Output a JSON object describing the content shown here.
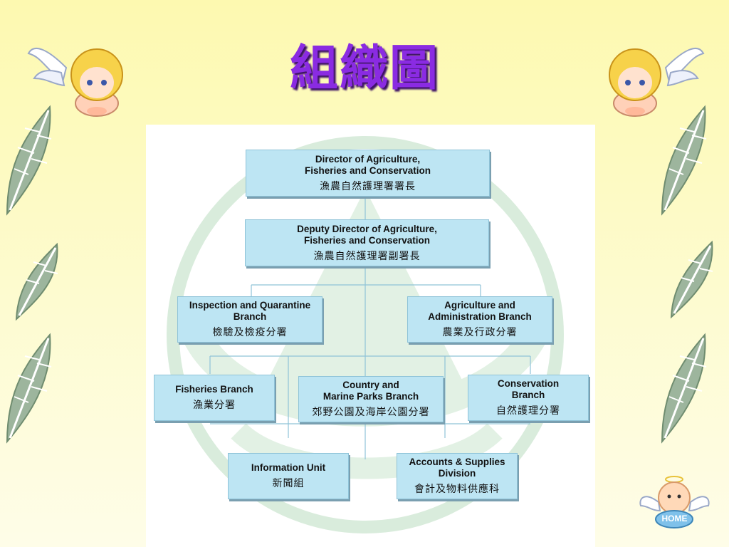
{
  "slide": {
    "title": "組織圖",
    "home_label": "HOME"
  },
  "org": {
    "director": {
      "en": "Director of Agriculture,\nFisheries and Conservation",
      "zh": "漁農自然護理署署長"
    },
    "deputy": {
      "en": "Deputy Director of Agriculture,\nFisheries and Conservation",
      "zh": "漁農自然護理署副署長"
    },
    "inspection": {
      "en": "Inspection and Quarantine\nBranch",
      "zh": "檢驗及檢疫分署"
    },
    "agri_admin": {
      "en": "Agriculture and\nAdministration Branch",
      "zh": "農業及行政分署"
    },
    "fisheries": {
      "en": "Fisheries Branch",
      "zh": "漁業分署"
    },
    "country_parks": {
      "en": "Country and\nMarine Parks Branch",
      "zh": "郊野公園及海岸公園分署"
    },
    "conservation": {
      "en": "Conservation\nBranch",
      "zh": "自然護理分署"
    },
    "information": {
      "en": "Information Unit",
      "zh": "新聞組"
    },
    "accounts": {
      "en": "Accounts & Supplies\nDivision",
      "zh": "會計及物料供應科"
    }
  },
  "colors": {
    "title": "#8a2be2",
    "box_fill": "#bde5f3",
    "logo_green": "#d9ecdc",
    "leaf": "#9db59d"
  },
  "icons": [
    "angel-icon",
    "leaf-icon",
    "home-angel-icon"
  ]
}
